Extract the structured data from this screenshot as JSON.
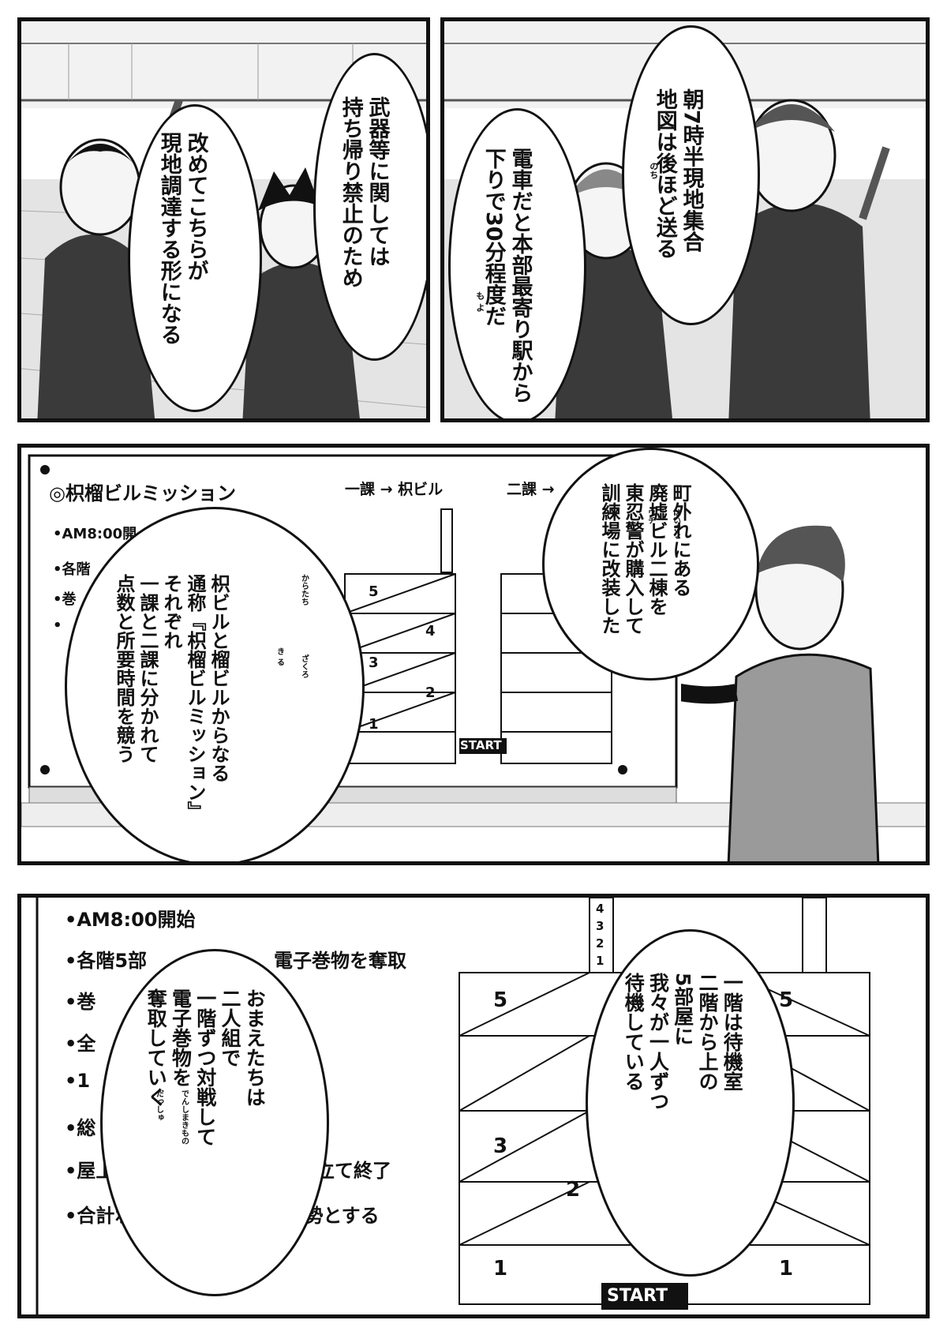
{
  "panel1": {
    "bubble_a": [
      "武器等に関しては",
      "持ち帰り禁止のため"
    ],
    "bubble_b": [
      "改めてこちらが",
      "現地調達する形になる"
    ]
  },
  "panel2": {
    "bubble_a": [
      "朝7時半現地集合",
      "地図は後ほど送る"
    ],
    "ruby_a": "のち",
    "bubble_b": [
      "電車だと本部最寄り駅から",
      "下りで30分程度だ"
    ],
    "ruby_b": "も よ"
  },
  "panel3": {
    "board_title": "◎枳榴ビルミッション",
    "label_left": "一課 → 枳ビル",
    "label_right": "二課 →",
    "board_items": [
      "•AM8:00開",
      "•各階",
      "•巻",
      "•"
    ],
    "floors": [
      "5",
      "4",
      "3",
      "2",
      "1"
    ],
    "start": "START",
    "bubble_a": [
      "町外れにある",
      "廃墟ビル二棟を",
      "東忍警が購入して",
      "訓練場に改装した"
    ],
    "ruby_a": [
      "はいきょ",
      "ウチ"
    ],
    "bubble_b": [
      "枳ビルと榴ビルからなる",
      "通称『枳榴ビルミッション』",
      "それぞれ",
      "一課と二課に分かれて",
      "点数と所要時間を競う"
    ],
    "ruby_b": [
      "からたち",
      "ざくろ",
      "き る"
    ]
  },
  "panel4": {
    "rules": [
      "•AM8:00開始",
      "•各階5部",
      "電子巻物を奪取",
      "•巻",
      "•全",
      "•1",
      "•総",
      "•屋上で",
      "物を立て終了",
      "•合計ポイントが高い方を優勢とする"
    ],
    "floors": [
      "4",
      "3",
      "2",
      "1"
    ],
    "floors_big": [
      "5",
      "3",
      "2",
      "1",
      "1",
      "5"
    ],
    "start": "START",
    "bubble_a": [
      "おまえたちは",
      "二人組で",
      "一階ずつ対戦して",
      "電子巻物を",
      "奪取していく"
    ],
    "ruby_a": [
      "でんしまきもの",
      "だっしゅ"
    ],
    "bubble_b": [
      "一階は待機室",
      "二階から上の",
      "5部屋に",
      "我々が一人ずつ",
      "待機している"
    ]
  }
}
